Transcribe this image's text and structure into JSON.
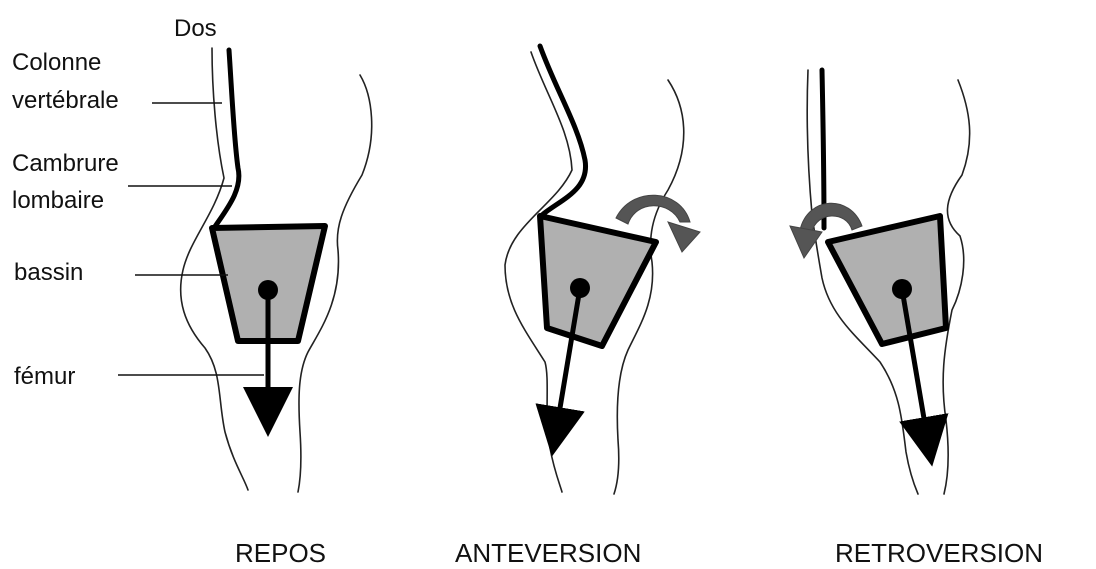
{
  "labels": {
    "dos": "Dos",
    "colonne_line1": "Colonne",
    "colonne_line2": "vertébrale",
    "cambrure_line1": "Cambrure",
    "cambrure_line2": "lombaire",
    "bassin": "bassin",
    "femur": "fémur"
  },
  "panels": [
    {
      "caption": "REPOS"
    },
    {
      "caption": "ANTEVERSION"
    },
    {
      "caption": "RETROVERSION"
    }
  ],
  "colors": {
    "pelvis_fill": "#b0b0b0",
    "rotation_arrow": "#555555",
    "outline": "#222222"
  }
}
